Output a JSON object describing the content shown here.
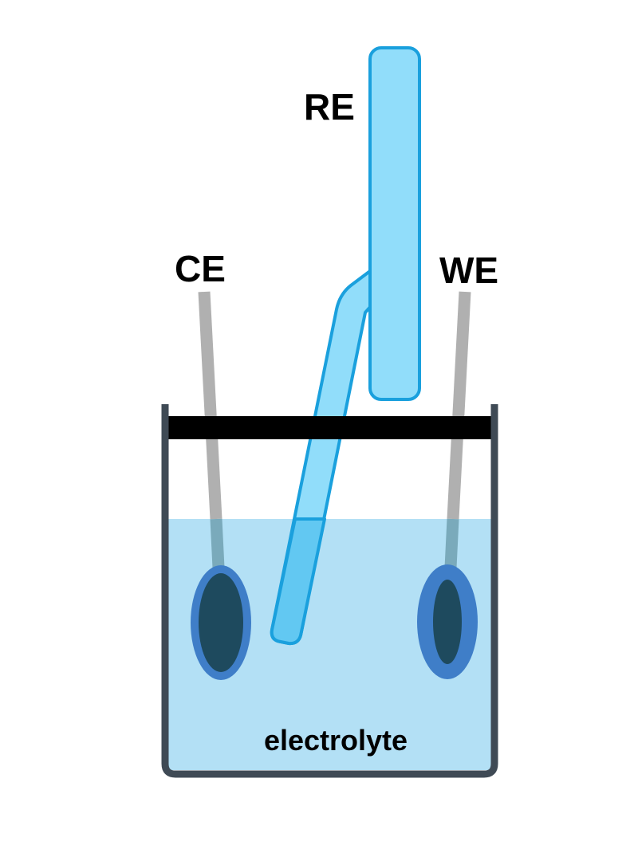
{
  "labels": {
    "reference_electrode": "RE",
    "counter_electrode": "CE",
    "working_electrode": "WE",
    "electrolyte": "electrolyte"
  },
  "colors": {
    "beaker_wall": "#3f4a55",
    "electrolyte_fill": "#b3e0f5",
    "lid": "#000000",
    "wire": "#b0b0b0",
    "wire_submerged": "#7aaabb",
    "electrode_outer": "#3f7ec8",
    "electrode_inner": "#1e4a5e",
    "reference_tube_fill": "#91ddfa",
    "reference_tube_stroke": "#1aa0dd",
    "reference_tube_submerged": "#62c8f2"
  }
}
